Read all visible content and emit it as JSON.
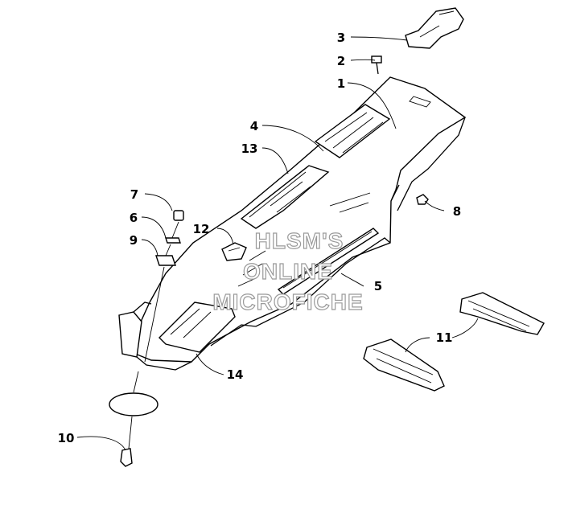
{
  "diagram": {
    "callouts": {
      "c1": "1",
      "c2": "2",
      "c3": "3",
      "c4": "4",
      "c5": "5",
      "c6": "6",
      "c7": "7",
      "c8": "8",
      "c9": "9",
      "c10": "10",
      "c11": "11",
      "c12": "12",
      "c13": "13",
      "c14": "14"
    },
    "watermark": {
      "line1": "HLSM'S",
      "line2": "ONLINE",
      "line3": "MICROFICHE"
    }
  }
}
